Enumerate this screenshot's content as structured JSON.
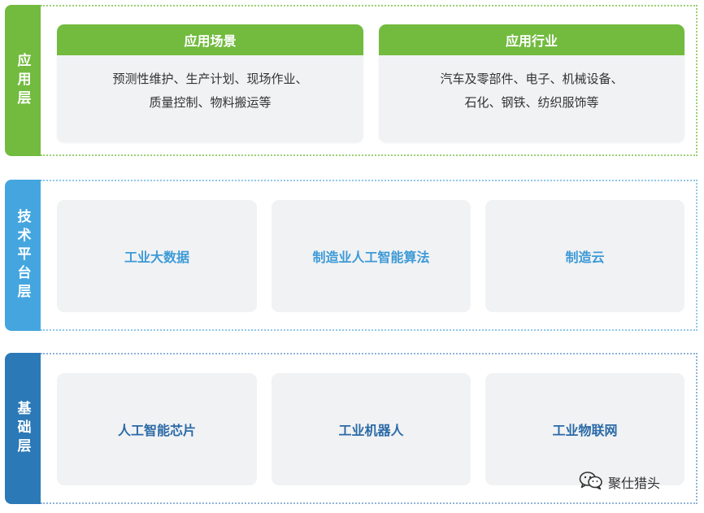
{
  "layers": {
    "application": {
      "label": "应用层",
      "color": "#72bb3f",
      "cards": [
        {
          "title": "应用场景",
          "lines": [
            "预测性维护、生产计划、现场作业、",
            "质量控制、物料搬运等"
          ]
        },
        {
          "title": "应用行业",
          "lines": [
            "汽车及零部件、电子、机械设备、",
            "石化、钢铁、纺织服饰等"
          ]
        }
      ]
    },
    "tech_platform": {
      "label": "技术平台层",
      "color": "#45a6df",
      "tiles": [
        "工业大数据",
        "制造业人工智能算法",
        "制造云"
      ]
    },
    "foundation": {
      "label": "基础层",
      "color": "#2b79b7",
      "tiles": [
        "人工智能芯片",
        "工业机器人",
        "工业物联网"
      ]
    }
  },
  "watermark": {
    "text": "聚仕猎头",
    "icon": "wechat-icon"
  }
}
